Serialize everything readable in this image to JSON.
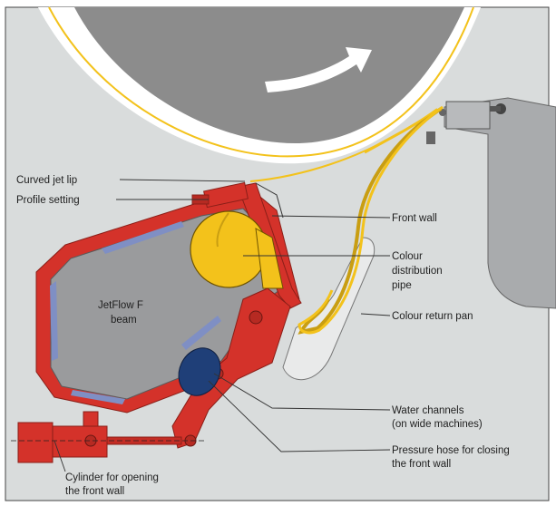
{
  "labels": {
    "curved_jet_lip": "Curved jet lip",
    "profile_setting": "Profile setting",
    "front_wall": "Front wall",
    "colour_distribution_pipe": [
      "Colour",
      "distribution",
      "pipe"
    ],
    "colour_return_pan": "Colour return pan",
    "jetflow_beam": [
      "JetFlow F",
      "beam"
    ],
    "water_channels": [
      "Water channels",
      "(on wide machines)"
    ],
    "pressure_hose": [
      "Pressure hose for closing",
      "the front wall"
    ],
    "cylinder": [
      "Cylinder for opening",
      "the front wall"
    ]
  },
  "colors": {
    "background": "#d9dcdc",
    "roll": "#8c8c8c",
    "beam_frame": "#d4322a",
    "beam_interior": "#9a9b9d",
    "liner": "#7f8fc4",
    "colour": "#f3c21b",
    "hose": "#1f3f78",
    "machine_body": "#a9abad"
  }
}
